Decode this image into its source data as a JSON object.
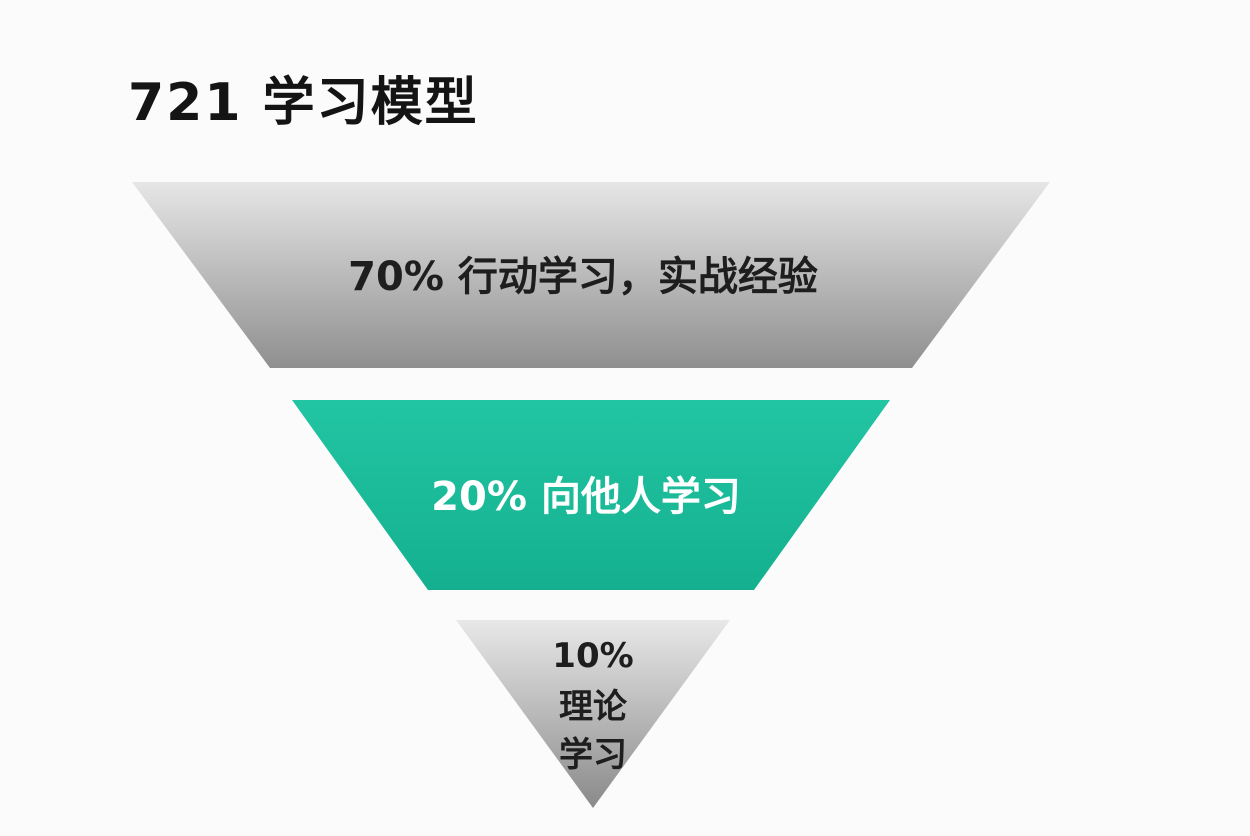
{
  "title": "721 学习模型",
  "levels": [
    {
      "lines": [
        "70% 行动学习，实战经验"
      ],
      "share_percent": 70,
      "color": "#b4b4b4",
      "text_color": "#1e1e1e"
    },
    {
      "lines": [
        "20% 向他人学习"
      ],
      "share_percent": 20,
      "color": "#1bbc9b",
      "text_color": "#ffffff"
    },
    {
      "lines": [
        "10%",
        "理论",
        "学习"
      ],
      "share_percent": 10,
      "color": "#b9b9b9",
      "text_color": "#1e1e1e"
    }
  ]
}
